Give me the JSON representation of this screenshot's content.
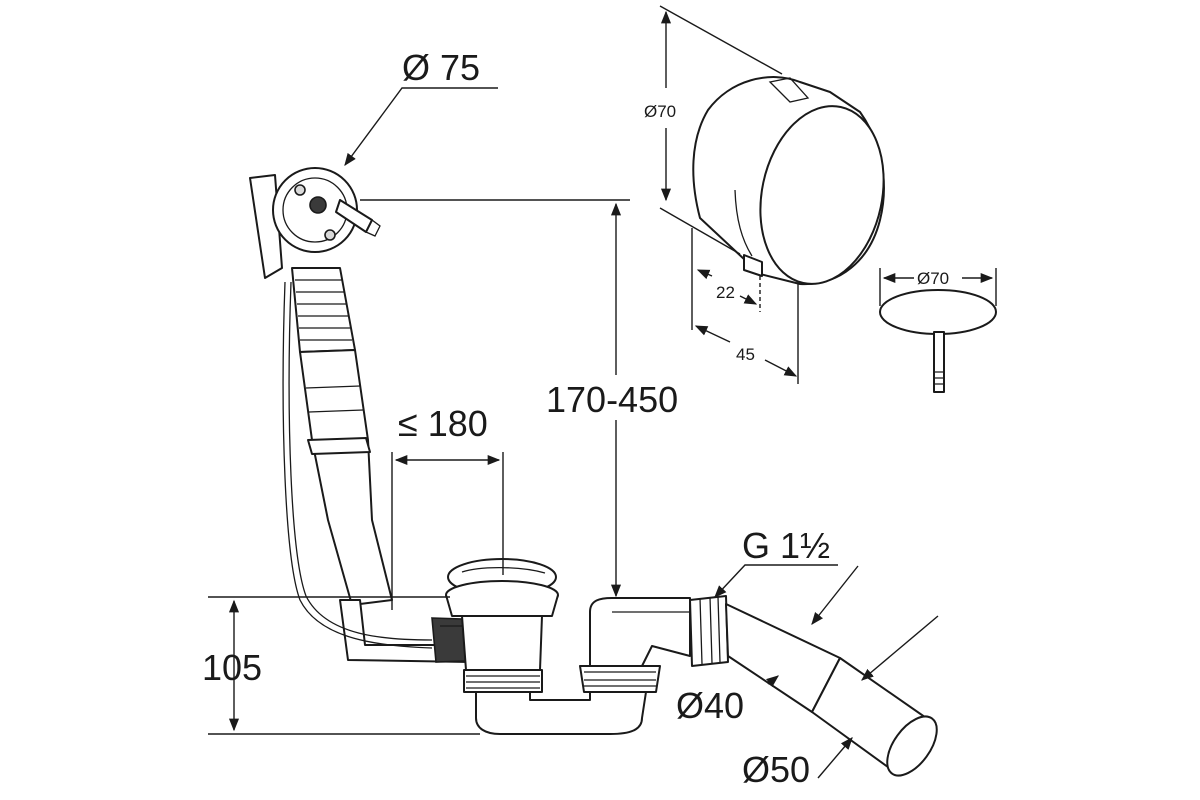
{
  "dimensions": {
    "overflow_diameter": "Ø 75",
    "height_range": "170-450",
    "drain_offset": "≤ 180",
    "trap_height": "105",
    "thread": "G 1½",
    "pipe_inner": "Ø40",
    "pipe_outer": "Ø50",
    "cover_diameter": "Ø70",
    "cover_depth_short": "22",
    "cover_depth_long": "45",
    "plug_diameter": "Ø70"
  }
}
